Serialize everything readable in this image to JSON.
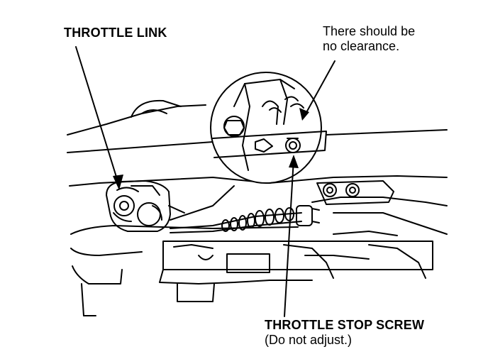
{
  "labels": {
    "throttle_link": "THROTTLE LINK",
    "clearance_line1": "There should be",
    "clearance_line2": "no clearance.",
    "stop_screw": "THROTTLE STOP SCREW",
    "stop_screw_note": "(Do not adjust.)"
  }
}
